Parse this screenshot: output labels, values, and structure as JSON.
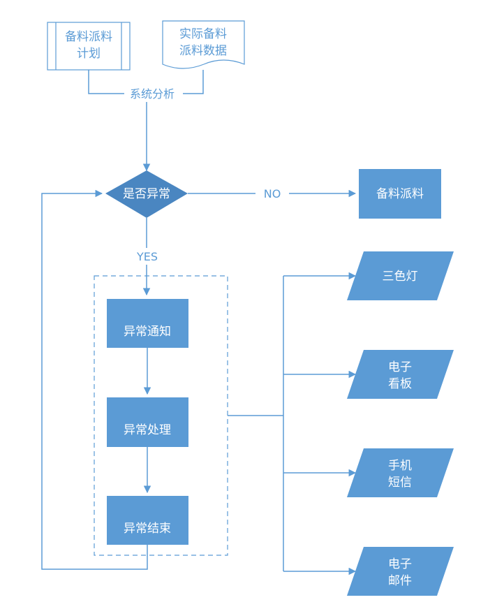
{
  "diagram": {
    "plan_doc": {
      "line1": "备料派料",
      "line2": "计划"
    },
    "actual_doc": {
      "line1": "实际备料",
      "line2": "派料数据"
    },
    "merge_label": "系统分析",
    "decision": "是否异常",
    "no_label": "NO",
    "yes_label": "YES",
    "no_target": "备料派料",
    "steps": {
      "notify": "异常通知",
      "handle": "异常处理",
      "end": "异常结束"
    },
    "outputs": {
      "light": {
        "line1": "三色灯",
        "line2": ""
      },
      "board": {
        "line1": "电子",
        "line2": "看板"
      },
      "sms": {
        "line1": "手机",
        "line2": "短信"
      },
      "email": {
        "line1": "电子",
        "line2": "邮件"
      }
    },
    "colors": {
      "fill": "#5b9bd5",
      "decision_fill": "#4a86c1",
      "line": "#5b9bd5",
      "doc_fill": "#ffffff"
    }
  }
}
